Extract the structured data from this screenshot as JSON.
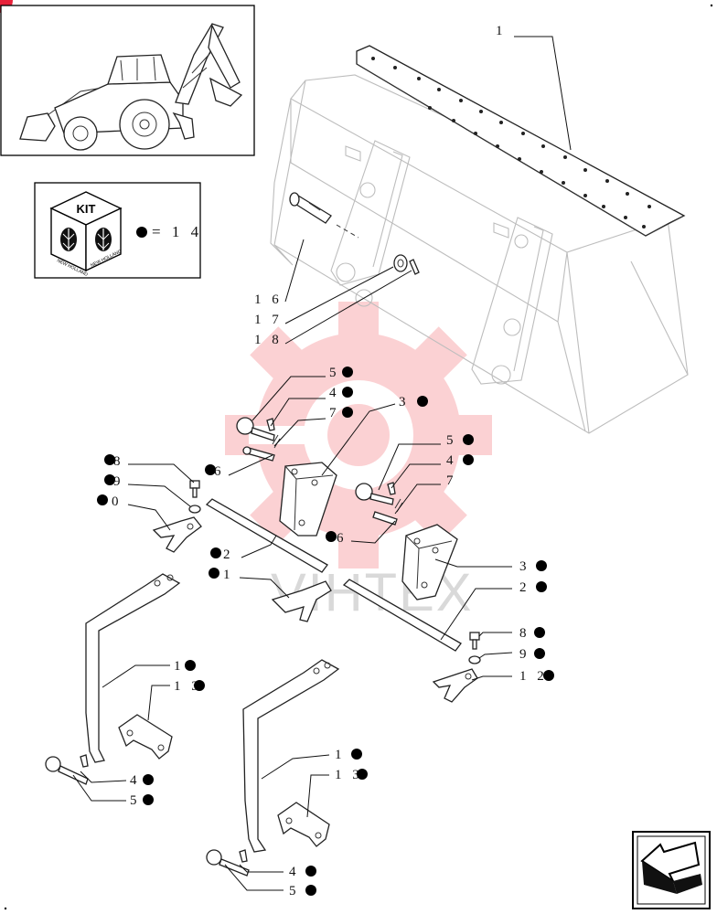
{
  "kit_box": {
    "kit_label": "KIT",
    "brand_text": "NEW HOLLAND",
    "equals_label": "= 1 4"
  },
  "watermark": {
    "text": "VIHTEX"
  },
  "callouts": [
    {
      "id": "c-1",
      "text": "1",
      "dot": false
    },
    {
      "id": "c-16",
      "text": "1 6",
      "dot": false
    },
    {
      "id": "c-17",
      "text": "1 7",
      "dot": false
    },
    {
      "id": "c-18",
      "text": "1 8",
      "dot": false
    },
    {
      "id": "c-5a",
      "text": "5",
      "dot": true
    },
    {
      "id": "c-4a",
      "text": "4",
      "dot": true
    },
    {
      "id": "c-7a",
      "text": "7",
      "dot": true
    },
    {
      "id": "c-3a",
      "text": "3",
      "dot": true
    },
    {
      "id": "c-6a",
      "text": "6",
      "dot": true
    },
    {
      "id": "c-8a",
      "text": "8",
      "dot": true
    },
    {
      "id": "c-9a",
      "text": "9",
      "dot": true
    },
    {
      "id": "c-0a",
      "text": "0",
      "dot": true
    },
    {
      "id": "c-5b",
      "text": "5",
      "dot": true
    },
    {
      "id": "c-4b",
      "text": "4",
      "dot": true
    },
    {
      "id": "c-7b",
      "text": "7",
      "dot": false
    },
    {
      "id": "c-6b",
      "text": "6",
      "dot": true
    },
    {
      "id": "c-2a",
      "text": "2",
      "dot": true
    },
    {
      "id": "c-1a",
      "text": "1",
      "dot": true
    },
    {
      "id": "c-3b",
      "text": "3",
      "dot": true
    },
    {
      "id": "c-2b",
      "text": "2",
      "dot": true
    },
    {
      "id": "c-8b",
      "text": "8",
      "dot": true
    },
    {
      "id": "c-9b",
      "text": "9",
      "dot": true
    },
    {
      "id": "c-12",
      "text": "1 2",
      "dot": true
    },
    {
      "id": "c-1b",
      "text": "1",
      "dot": true
    },
    {
      "id": "c-13a",
      "text": "1 3",
      "dot": true
    },
    {
      "id": "c-1c",
      "text": "1",
      "dot": true
    },
    {
      "id": "c-13b",
      "text": "1 3",
      "dot": true
    },
    {
      "id": "c-4c",
      "text": "4",
      "dot": true
    },
    {
      "id": "c-5c",
      "text": "5",
      "dot": true
    },
    {
      "id": "c-4d",
      "text": "4",
      "dot": true
    },
    {
      "id": "c-5d",
      "text": "5",
      "dot": true
    }
  ],
  "icons": {
    "nav": "next-page-arrow-icon",
    "kit": "kit-cube-icon",
    "vehicle": "backhoe-loader-thumbnail"
  }
}
